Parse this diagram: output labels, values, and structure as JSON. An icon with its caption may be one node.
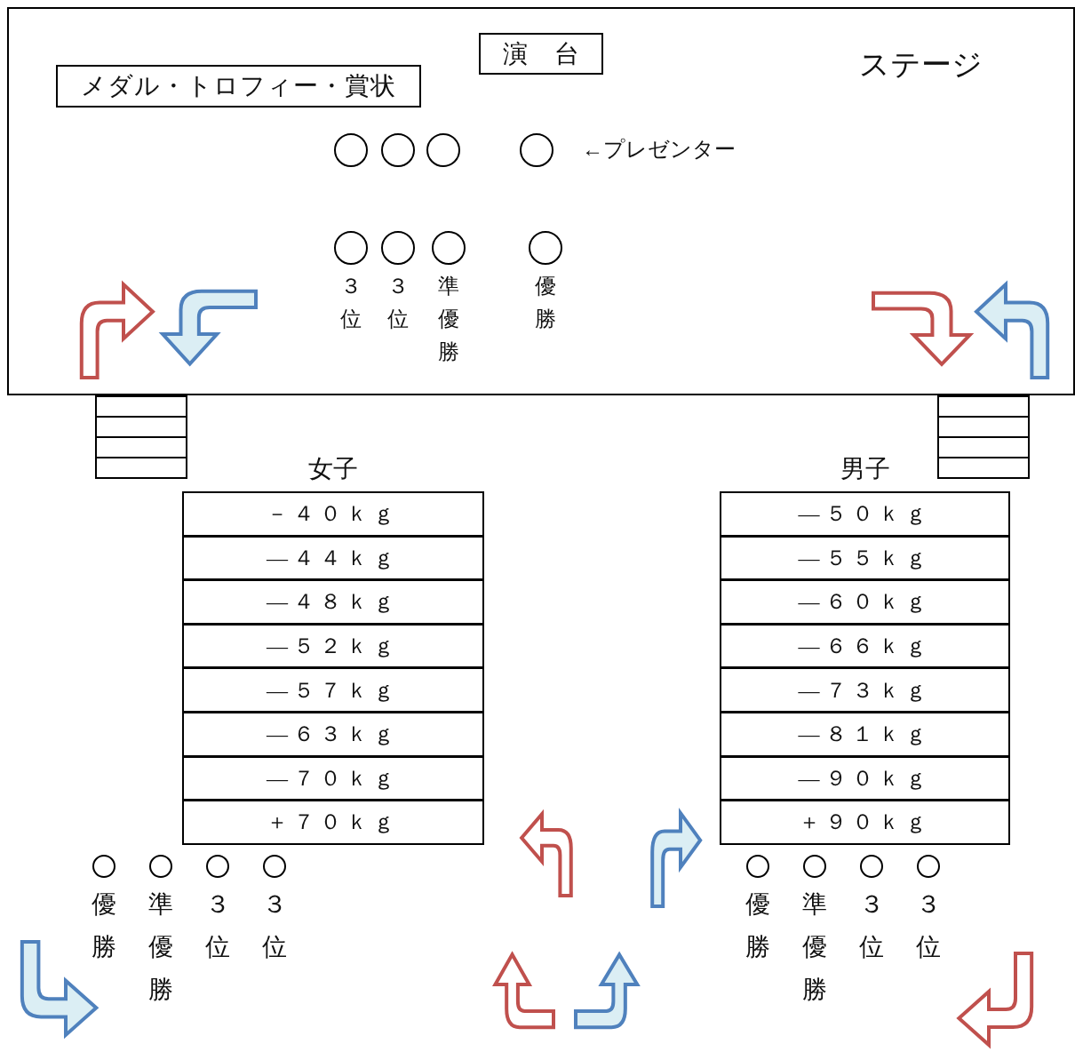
{
  "diagram": {
    "nodes": [
      {
        "text": [
          "ステージ"
        ]
      },
      {
        "text": [
          "演　台"
        ],
        "in": 0
      },
      {
        "text": [
          "メダル・トロフィー・賞状"
        ],
        "in": 0
      },
      {
        "text": [],
        "shape": "circle",
        "in": 0
      },
      {
        "text": [],
        "shape": "circle",
        "in": 0
      },
      {
        "text": [],
        "shape": "circle",
        "in": 0
      },
      {
        "text": [],
        "shape": "circle",
        "in": 0,
        "beside": [
          "←プレゼンター"
        ]
      },
      {
        "text": [],
        "shape": "circle",
        "in": 0,
        "beside": [
          "３位"
        ]
      },
      {
        "text": [],
        "shape": "circle",
        "in": 0,
        "beside": [
          "３位"
        ]
      },
      {
        "text": [],
        "shape": "circle",
        "in": 0,
        "beside": [
          "準優勝"
        ]
      },
      {
        "text": [],
        "shape": "circle",
        "in": 0,
        "beside": [
          "優勝"
        ]
      },
      {
        "text": [
          "女子"
        ]
      },
      {
        "text": [
          "－４０ｋｇ"
        ],
        "in": 11
      },
      {
        "text": [
          "—４４ｋｇ"
        ],
        "in": 11
      },
      {
        "text": [
          "—４８ｋｇ"
        ],
        "in": 11
      },
      {
        "text": [
          "—５２ｋｇ"
        ],
        "in": 11
      },
      {
        "text": [
          "—５７ｋｇ"
        ],
        "in": 11
      },
      {
        "text": [
          "—６３ｋｇ"
        ],
        "in": 11
      },
      {
        "text": [
          "—７０ｋｇ"
        ],
        "in": 11
      },
      {
        "text": [
          "＋７０ｋｇ"
        ],
        "in": 11
      },
      {
        "text": [
          "男子"
        ]
      },
      {
        "text": [
          "—５０ｋｇ"
        ],
        "in": 20
      },
      {
        "text": [
          "—５５ｋｇ"
        ],
        "in": 20
      },
      {
        "text": [
          "—６０ｋｇ"
        ],
        "in": 20
      },
      {
        "text": [
          "—６６ｋｇ"
        ],
        "in": 20
      },
      {
        "text": [
          "—７３ｋｇ"
        ],
        "in": 20
      },
      {
        "text": [
          "—８１ｋｇ"
        ],
        "in": 20
      },
      {
        "text": [
          "—９０ｋｇ"
        ],
        "in": 20
      },
      {
        "text": [
          "＋９０ｋｇ"
        ],
        "in": 20
      },
      {
        "text": [],
        "shape": "circle",
        "beside": [
          "優勝"
        ]
      },
      {
        "text": [],
        "shape": "circle",
        "beside": [
          "準優勝"
        ]
      },
      {
        "text": [],
        "shape": "circle",
        "beside": [
          "３位"
        ]
      },
      {
        "text": [],
        "shape": "circle",
        "beside": [
          "３位"
        ]
      },
      {
        "text": [],
        "shape": "circle",
        "beside": [
          "優勝"
        ]
      },
      {
        "text": [],
        "shape": "circle",
        "beside": [
          "準優勝"
        ]
      },
      {
        "text": [],
        "shape": "circle",
        "beside": [
          "３位"
        ]
      },
      {
        "text": [],
        "shape": "circle",
        "beside": [
          "３位"
        ]
      }
    ]
  }
}
